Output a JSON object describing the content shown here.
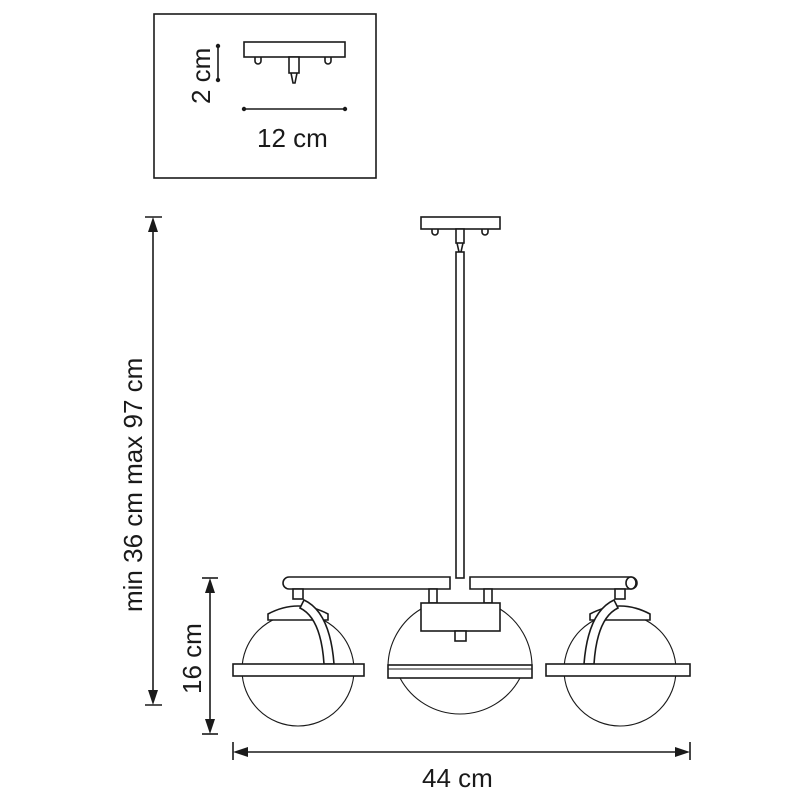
{
  "inset": {
    "height_label": "2 cm",
    "width_label": "12 cm"
  },
  "main": {
    "total_height_label": "min 36 cm max 97 cm",
    "shade_height_label": "16 cm",
    "width_label": "44 cm"
  }
}
